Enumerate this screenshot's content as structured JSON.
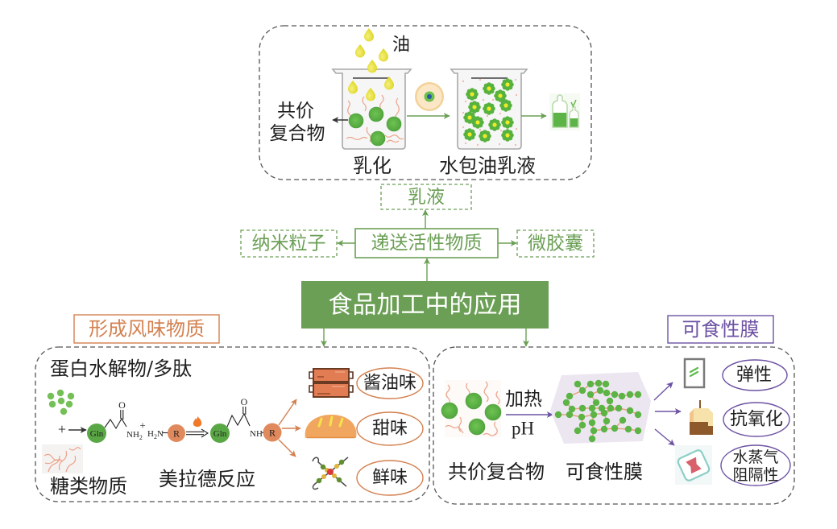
{
  "colors": {
    "primary_green": "#6b9f55",
    "flavor_orange": "#d4804f",
    "film_purple": "#6d52a3",
    "panel_border": "#555555"
  },
  "center": {
    "label": "食品加工中的应用"
  },
  "delivery": {
    "hub": "递送活性物质",
    "emulsion": "乳液",
    "nanoparticles": "纳米粒子",
    "microcapsules": "微胶囊"
  },
  "emulsion_panel": {
    "oil": "油",
    "complex_line1": "共价",
    "complex_line2": "复合物",
    "emulsify": "乳化",
    "ow_emulsion": "水包油乳液"
  },
  "flavor_panel": {
    "label": "形成风味物质",
    "protein": "蛋白水解物/多肽",
    "sugar": "糖类物质",
    "reaction": "美拉德反应",
    "chem": {
      "plus": "+",
      "gln": "Gln",
      "oxygen": "O",
      "nh": "NH",
      "subscript_two": "2",
      "h": "H",
      "n": "N",
      "r_group": "R"
    },
    "flavors": [
      "酱油味",
      "甜味",
      "鲜味"
    ]
  },
  "film_panel": {
    "label": "可食性膜",
    "condition_heat": "加热",
    "condition_ph": "pH",
    "complex": "共价复合物",
    "film": "可食性膜",
    "properties": {
      "elasticity": "弹性",
      "antioxidant": "抗氧化",
      "barrier_line1": "水蒸气",
      "barrier_line2": "阻隔性"
    }
  }
}
